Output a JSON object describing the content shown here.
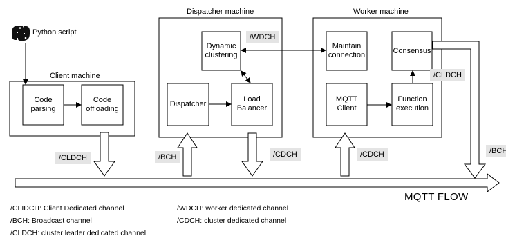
{
  "script_label": "Python script",
  "containers": {
    "client": "Client machine",
    "dispatcher": "Dispatcher machine",
    "worker": "Worker machine"
  },
  "nodes": {
    "code_parsing": "Code\nparsing",
    "code_offloading": "Code\noffloading",
    "dynamic_clustering": "Dynamic\nclustering",
    "dispatcher": "Dispatcher",
    "load_balancer": "Load\nBalancer",
    "maintain_connection": "Maintain\nconnection",
    "consensus": "Consensus",
    "mqtt_client": "MQTT\nClient",
    "function_execution": "Function\nexecution"
  },
  "channel_tags": {
    "wdch": "/WDCH",
    "cldch_worker": "/CLDCH",
    "cldch_client": "/CLDCH",
    "bch_dispatcher": "/BCH",
    "cdch_dispatcher": "/CDCH",
    "cdch_worker": "/CDCH",
    "bch_right": "/BCH"
  },
  "flow_label": "MQTT FLOW",
  "legend": [
    "/CLIDCH: Client Dedicated channel",
    "/BCH: Broadcast channel",
    "/CLDCH: cluster leader dedicated channel",
    "/WDCH: worker dedicated channel",
    "/CDCH: cluster dedicated channel"
  ]
}
